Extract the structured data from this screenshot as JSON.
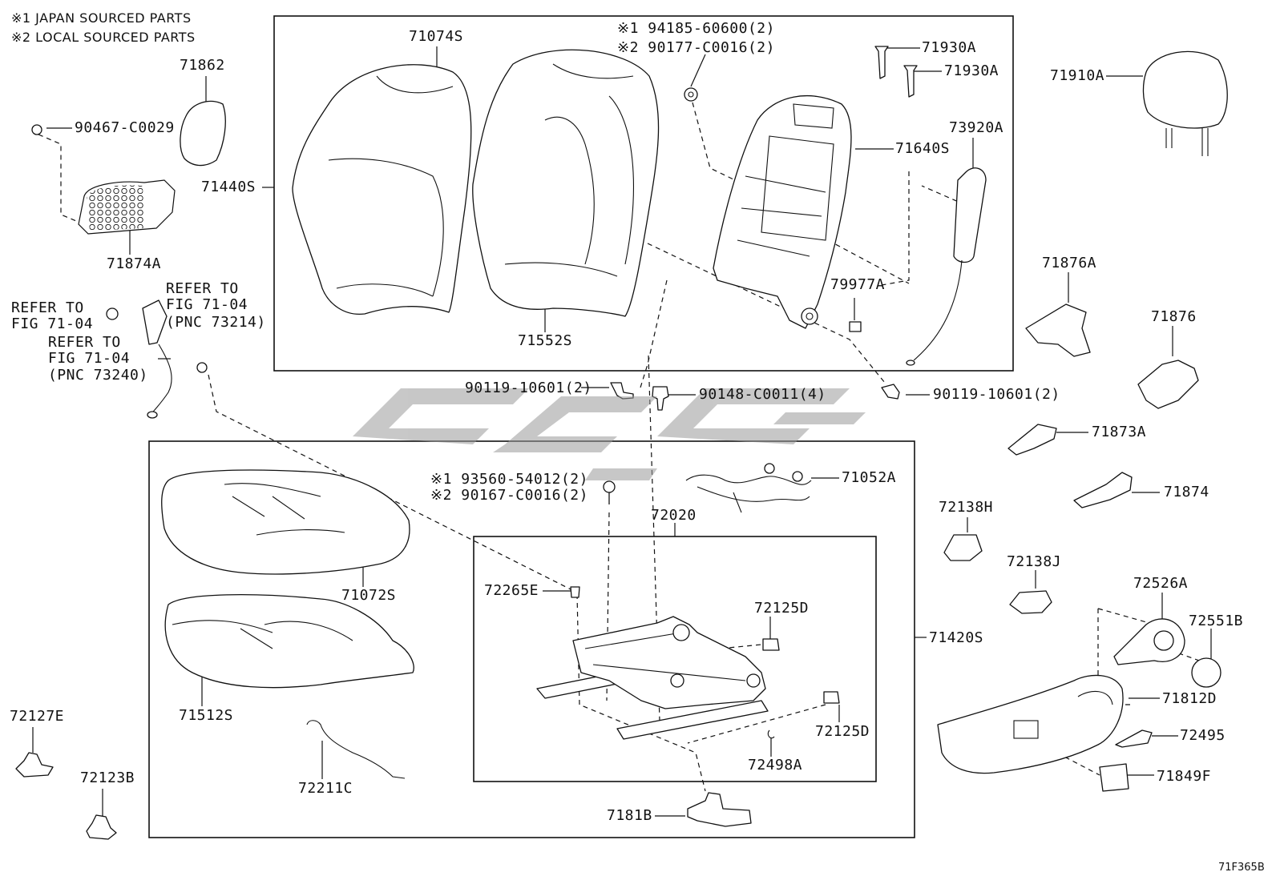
{
  "notes": [
    "※1 JAPAN SOURCED PARTS",
    "※2 LOCAL SOURCED PARTS"
  ],
  "figure_code": "71F365B",
  "labels": {
    "p71074S": "71074S",
    "p71862": "71862",
    "p90467": "90467-C0029",
    "p71874A": "71874A",
    "p71440S": "71440S",
    "p71552S": "71552S",
    "p94185": "※1 94185-60600(2)",
    "p90177": "※2 90177-C0016(2)",
    "p71930A_1": "71930A",
    "p71930A_2": "71930A",
    "p71910A": "71910A",
    "p73920A": "73920A",
    "p71640S": "71640S",
    "p79977A": "79977A",
    "ref1_a": "REFER TO",
    "ref1_b": "FIG 71-04",
    "ref2_a": "REFER TO",
    "ref2_b": "FIG 71-04",
    "ref2_c": "(PNC 73214)",
    "ref3_a": "REFER TO",
    "ref3_b": "FIG 71-04",
    "ref3_c": "(PNC 73240)",
    "p90119_left": "90119-10601(2)",
    "p90148": "90148-C0011(4)",
    "p90119_right": "90119-10601(2)",
    "p71876A": "71876A",
    "p71876": "71876",
    "p71873A": "71873A",
    "p71874": "71874",
    "p71052A": "71052A",
    "p93560": "※1 93560-54012(2)",
    "p90167": "※2 90167-C0016(2)",
    "p72020": "72020",
    "p72138H": "72138H",
    "p72138J": "72138J",
    "p72526A": "72526A",
    "p72551B": "72551B",
    "p71072S": "71072S",
    "p72265E": "72265E",
    "p72125D_1": "72125D",
    "p71420S": "71420S",
    "p71512S": "71512S",
    "p71812D": "71812D",
    "p72127E": "72127E",
    "p72125D_2": "72125D",
    "p72495": "72495",
    "p72211C": "72211C",
    "p72498A": "72498A",
    "p72123B": "72123B",
    "p71849F": "71849F",
    "p7181B": "7181B"
  }
}
